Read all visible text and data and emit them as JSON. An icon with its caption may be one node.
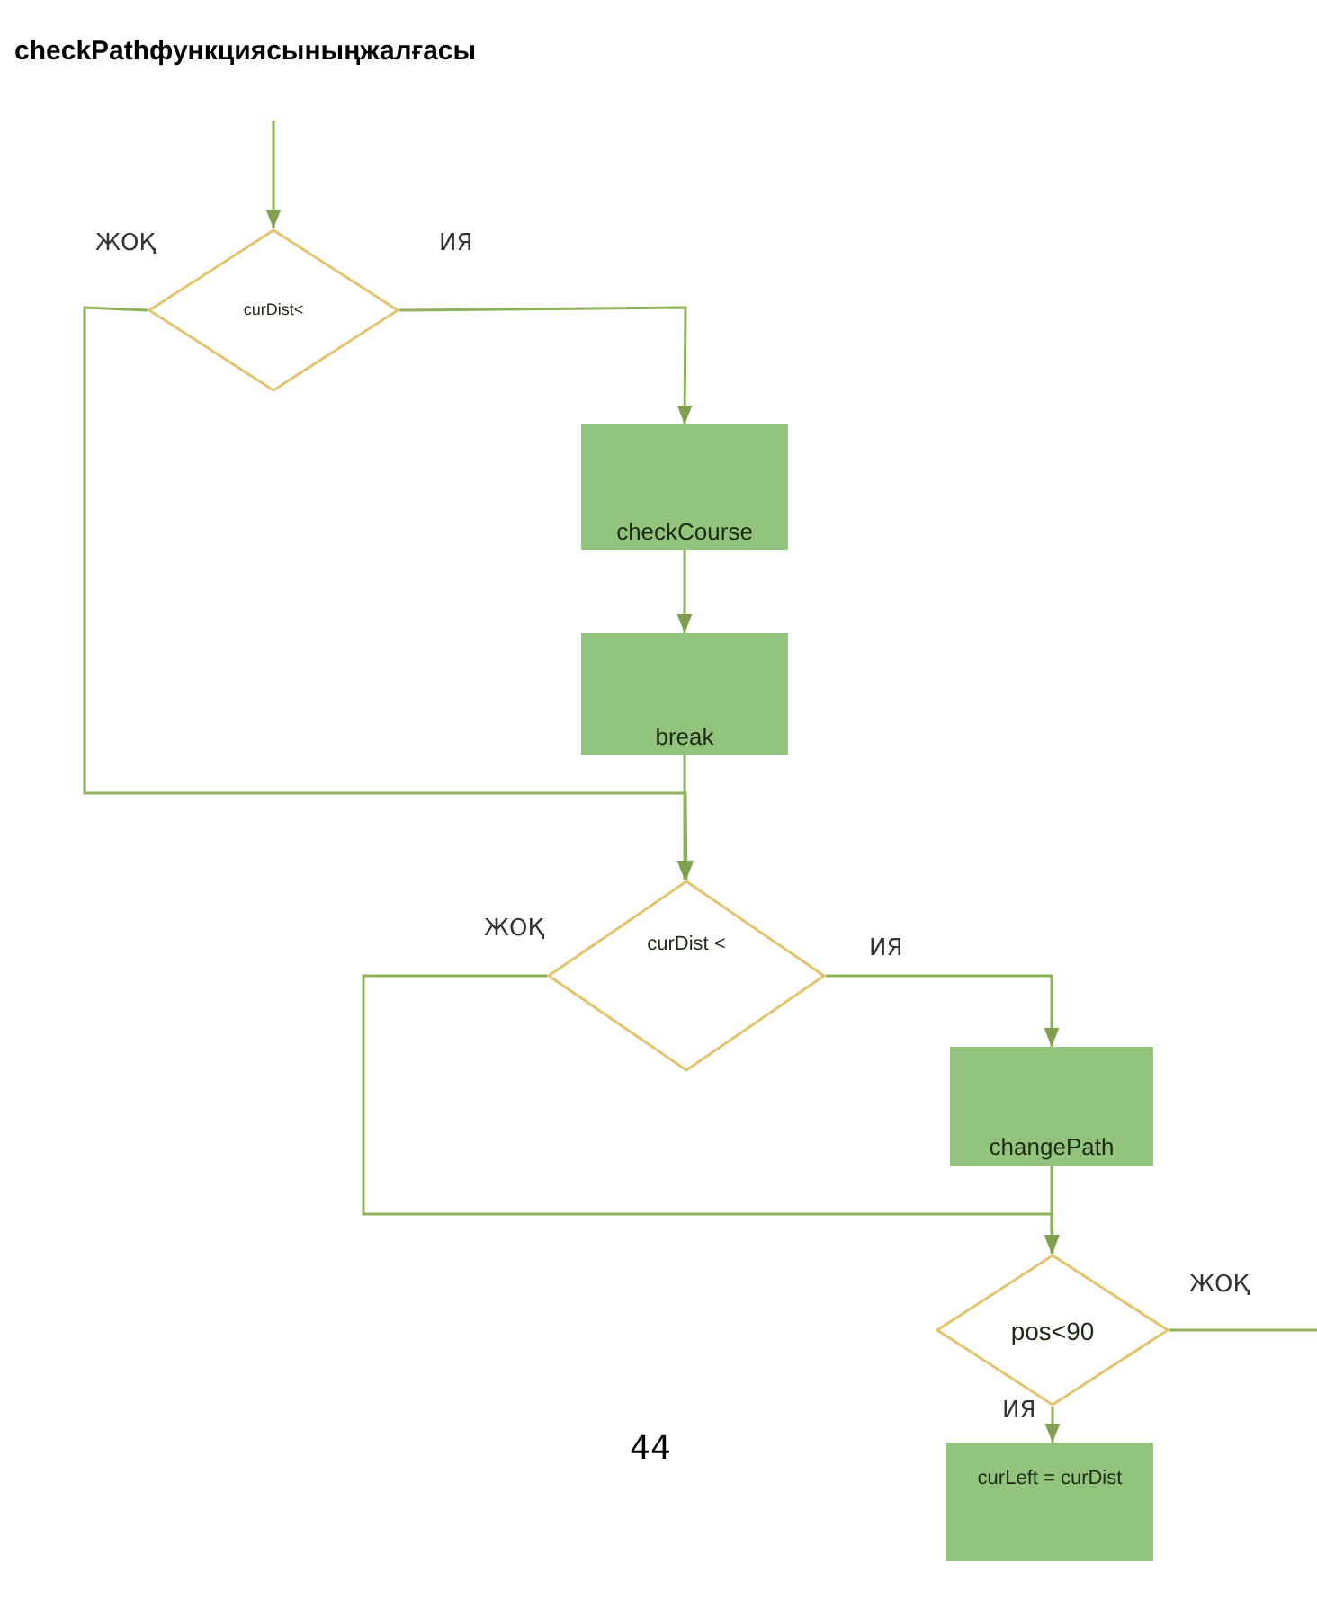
{
  "diagram": {
    "title": "checkPathфункциясыныңжалғасы",
    "nodes": [
      {
        "text": [
          "curDist<"
        ]
      },
      {
        "text": [
          "checkCourse"
        ]
      },
      {
        "text": [
          "break"
        ]
      },
      {
        "text": [
          "curDist <"
        ]
      },
      {
        "text": [
          "changePath"
        ]
      },
      {
        "text": [
          "pos<90"
        ]
      },
      {
        "text": [
          "curLeft = curDist"
        ]
      }
    ],
    "edges": [
      {
        "from": null,
        "to": 0,
        "arrow": "to"
      },
      {
        "from": 0,
        "to": 1,
        "arrow": "to",
        "label": "ИЯ"
      },
      {
        "from": 0,
        "to": 3,
        "arrow": "to",
        "label": "ЖОҚ"
      },
      {
        "from": 1,
        "to": 2,
        "arrow": "to"
      },
      {
        "from": 2,
        "to": 3,
        "arrow": "to"
      },
      {
        "from": 3,
        "to": 4,
        "arrow": "to",
        "label": "ИЯ"
      },
      {
        "from": 3,
        "to": 5,
        "arrow": "to",
        "label": "ЖОҚ"
      },
      {
        "from": 4,
        "to": 5,
        "arrow": "to"
      },
      {
        "from": 5,
        "to": null,
        "arrow": "none",
        "label": "ЖОҚ"
      },
      {
        "from": 5,
        "to": 6,
        "arrow": "to",
        "label": "ИЯ"
      }
    ],
    "labels": [
      "44"
    ]
  }
}
